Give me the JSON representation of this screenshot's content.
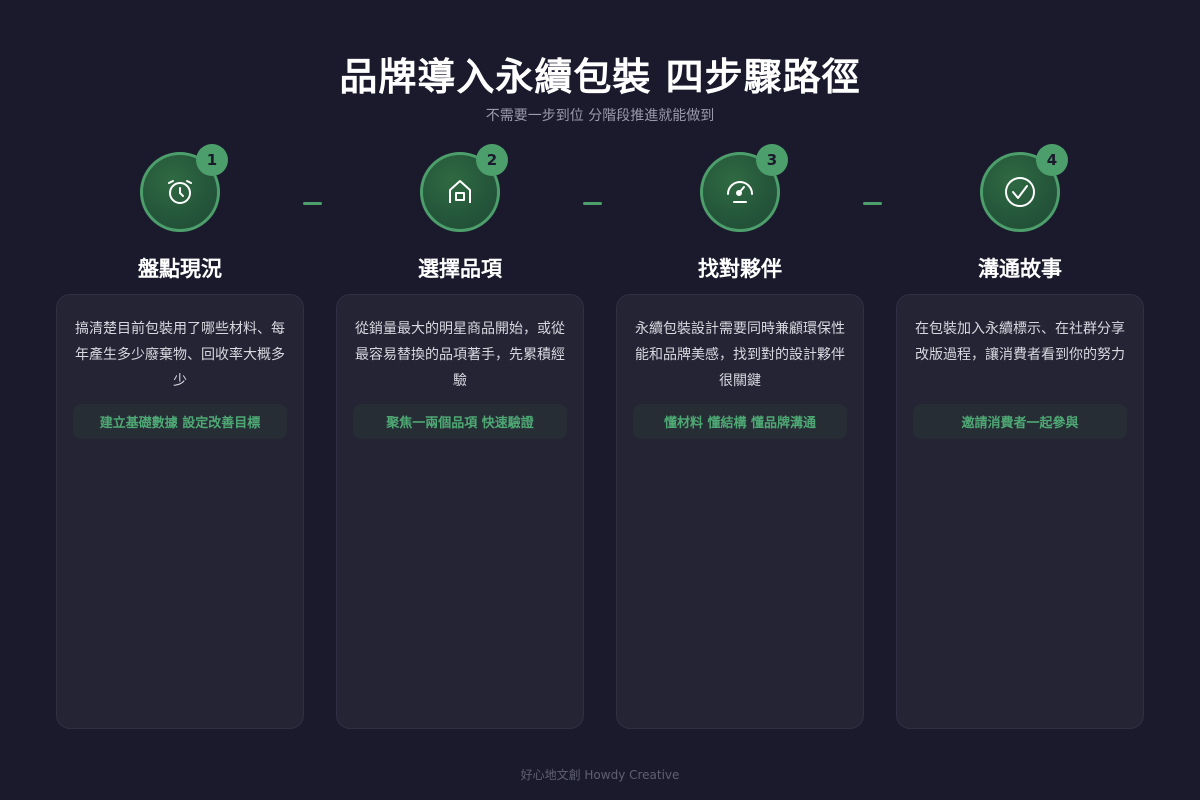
{
  "header": {
    "title": "品牌導入永續包裝 四步驟路徑",
    "subtitle": "不需要一步到位 分階段推進就能做到"
  },
  "colors": {
    "background": "#1b1a2d",
    "card": "#242435",
    "accent_green": "#4c9e6b",
    "tag_text": "#4ea874"
  },
  "steps": [
    {
      "number": "1",
      "icon": "alarm-clock-icon",
      "title": "盤點現況",
      "description": "搞清楚目前包裝用了哪些材料、每年產生多少廢棄物、回收率大概多少",
      "tag": "建立基礎數據 設定改善目標"
    },
    {
      "number": "2",
      "icon": "home-icon",
      "title": "選擇品項",
      "description": "從銷量最大的明星商品開始，或從最容易替換的品項著手，先累積經驗",
      "tag": "聚焦一兩個品項 快速驗證"
    },
    {
      "number": "3",
      "icon": "gauge-icon",
      "title": "找對夥伴",
      "description": "永續包裝設計需要同時兼顧環保性能和品牌美感，找到對的設計夥伴很關鍵",
      "tag": "懂材料 懂結構 懂品牌溝通"
    },
    {
      "number": "4",
      "icon": "check-circle-icon",
      "title": "溝通故事",
      "description": "在包裝加入永續標示、在社群分享改版過程，讓消費者看到你的努力",
      "tag": "邀請消費者一起參與"
    }
  ],
  "footer": {
    "credit": "好心地文創 Howdy Creative"
  }
}
